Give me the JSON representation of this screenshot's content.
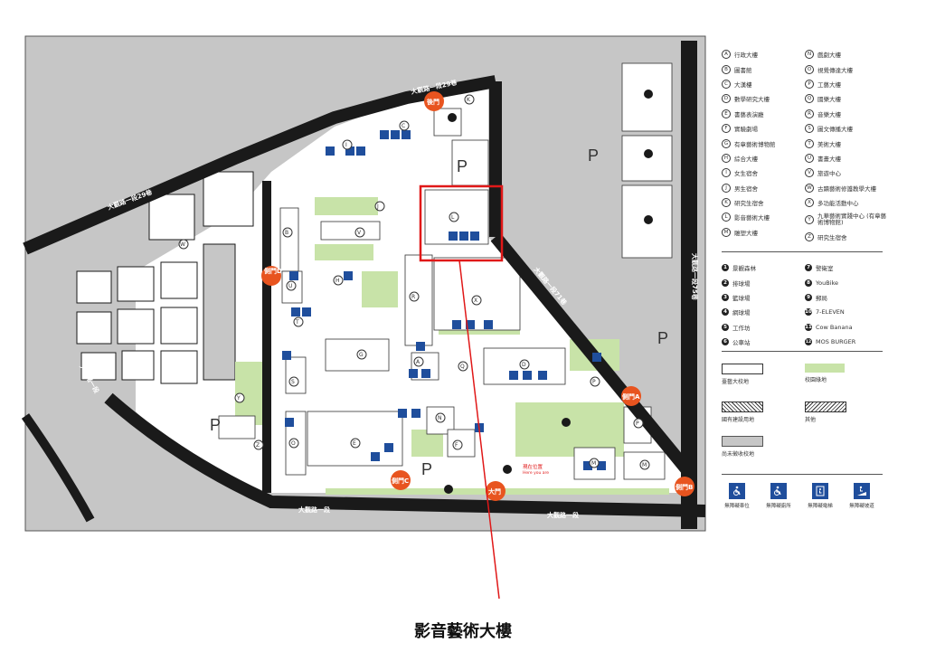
{
  "map": {
    "roads": {
      "north": "大觀路一段29巷",
      "northwest": "大觀路一段29巷",
      "east_diag": "大觀路一段71巷",
      "east": "大觀路一段75巷",
      "west": "大觀路一段",
      "south_left": "大觀路一段",
      "south_right": "大觀路一段"
    },
    "gates": {
      "back": "後門",
      "side_a": "側門A",
      "side_b": "側門B",
      "side_c": "側門C",
      "side_d": "側門D",
      "main": "大門"
    },
    "here_label": "現在位置",
    "here_label_en": "Here you are",
    "parking_symbol": "P"
  },
  "legend": {
    "buildings_left": [
      {
        "key": "A",
        "label": "行政大樓"
      },
      {
        "key": "B",
        "label": "圖書館"
      },
      {
        "key": "C",
        "label": "大漢樓"
      },
      {
        "key": "D",
        "label": "數學研究大樓"
      },
      {
        "key": "E",
        "label": "書藝表演廳"
      },
      {
        "key": "F",
        "label": "實驗劇場"
      },
      {
        "key": "G",
        "label": "有章藝術博物館"
      },
      {
        "key": "H",
        "label": "綜合大樓"
      },
      {
        "key": "I",
        "label": "女生宿舍"
      },
      {
        "key": "J",
        "label": "男生宿舍"
      },
      {
        "key": "K",
        "label": "研究生宿舍"
      },
      {
        "key": "L",
        "label": "影音藝術大樓"
      },
      {
        "key": "M",
        "label": "雕塑大樓"
      }
    ],
    "buildings_right": [
      {
        "key": "N",
        "label": "戲劇大樓"
      },
      {
        "key": "O",
        "label": "視覺傳達大樓"
      },
      {
        "key": "P",
        "label": "工藝大樓"
      },
      {
        "key": "Q",
        "label": "國樂大樓"
      },
      {
        "key": "R",
        "label": "音樂大樓"
      },
      {
        "key": "S",
        "label": "圖文傳播大樓"
      },
      {
        "key": "T",
        "label": "美術大樓"
      },
      {
        "key": "U",
        "label": "書畫大樓"
      },
      {
        "key": "V",
        "label": "旅遊中心"
      },
      {
        "key": "W",
        "label": "古蹟藝術修護教學大樓"
      },
      {
        "key": "X",
        "label": "多功能活動中心"
      },
      {
        "key": "Y",
        "label": "九華藝術實踐中心 (有章藝術博物館)"
      },
      {
        "key": "Z",
        "label": "研究生宿舍"
      }
    ],
    "facilities_left": [
      {
        "key": "1",
        "label": "景觀森林"
      },
      {
        "key": "2",
        "label": "排球場"
      },
      {
        "key": "3",
        "label": "籃球場"
      },
      {
        "key": "4",
        "label": "網球場"
      },
      {
        "key": "5",
        "label": "工作坊"
      },
      {
        "key": "6",
        "label": "公車站"
      }
    ],
    "facilities_right": [
      {
        "key": "7",
        "label": "警衛室"
      },
      {
        "key": "8",
        "label": "YouBike"
      },
      {
        "key": "9",
        "label": "郵局"
      },
      {
        "key": "10",
        "label": "7-ELEVEN"
      },
      {
        "key": "11",
        "label": "Cow Banana"
      },
      {
        "key": "12",
        "label": "MOS BURGER"
      }
    ],
    "areas": [
      {
        "key": "campus",
        "label": "臺藝大校地"
      },
      {
        "key": "green",
        "label": "校園綠地"
      },
      {
        "key": "state",
        "label": "國有建設用地"
      },
      {
        "key": "other",
        "label": "其他"
      },
      {
        "key": "unused",
        "label": "尚未徵收校地"
      }
    ],
    "accessibility": [
      {
        "icon": "accessible-parking-icon",
        "label": "無障礙車位"
      },
      {
        "icon": "accessible-toilet-icon",
        "label": "無障礙廁所"
      },
      {
        "icon": "accessible-elevator-icon",
        "label": "無障礙電梯"
      },
      {
        "icon": "accessible-ramp-icon",
        "label": "無障礙坡道"
      }
    ]
  },
  "caption": "影音藝術大樓",
  "colors": {
    "road": "#1a1a1a",
    "gray": "#c6c6c6",
    "green": "#c8e3a8",
    "gate": "#e8541f",
    "highlight": "#e01818",
    "accessible": "#1f4e9c"
  }
}
